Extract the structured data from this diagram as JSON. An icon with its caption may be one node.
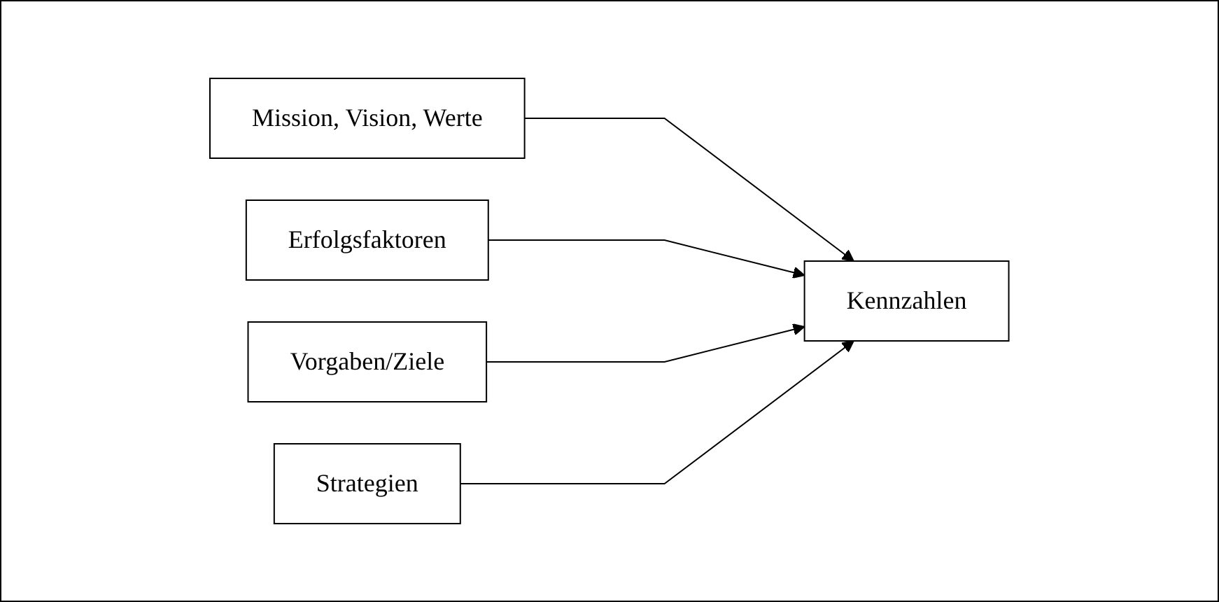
{
  "diagram": {
    "nodes": [
      {
        "text": [
          "Mission, Vision, Werte"
        ]
      },
      {
        "text": [
          "Erfolgsfaktoren"
        ]
      },
      {
        "text": [
          "Vorgaben/Ziele"
        ]
      },
      {
        "text": [
          "Strategien"
        ]
      },
      {
        "text": [
          "Kennzahlen"
        ]
      }
    ],
    "edges": [
      {
        "from": 0,
        "to": 4,
        "arrow": "to"
      },
      {
        "from": 1,
        "to": 4,
        "arrow": "to"
      },
      {
        "from": 2,
        "to": 4,
        "arrow": "to"
      },
      {
        "from": 3,
        "to": 4,
        "arrow": "to"
      }
    ]
  }
}
